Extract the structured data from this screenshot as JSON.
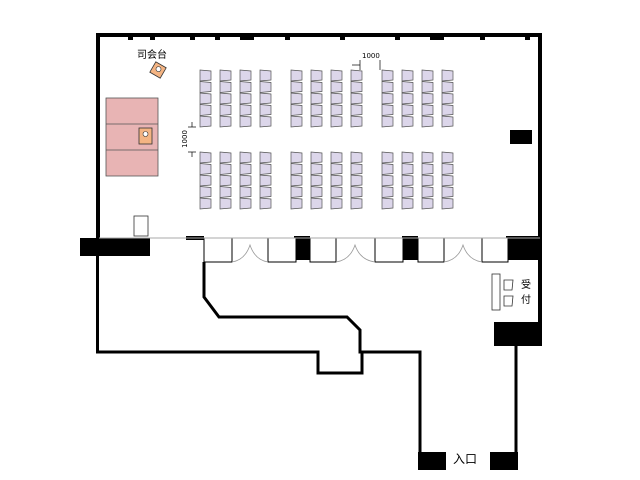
{
  "labels": {
    "emcee_stand": "司会台",
    "reception_1": "受",
    "reception_2": "付",
    "entrance": "入口",
    "dimension_horizontal": "1000",
    "dimension_vertical": "1000"
  },
  "seating": {
    "blocks_per_row": 3,
    "columns_per_block": 4,
    "rows_per_section": 5,
    "sections": 2
  },
  "colors": {
    "stage": "#e8b4b4",
    "podium": "#f4b483",
    "chair": "#dcd6ea",
    "wall": "#000000"
  }
}
